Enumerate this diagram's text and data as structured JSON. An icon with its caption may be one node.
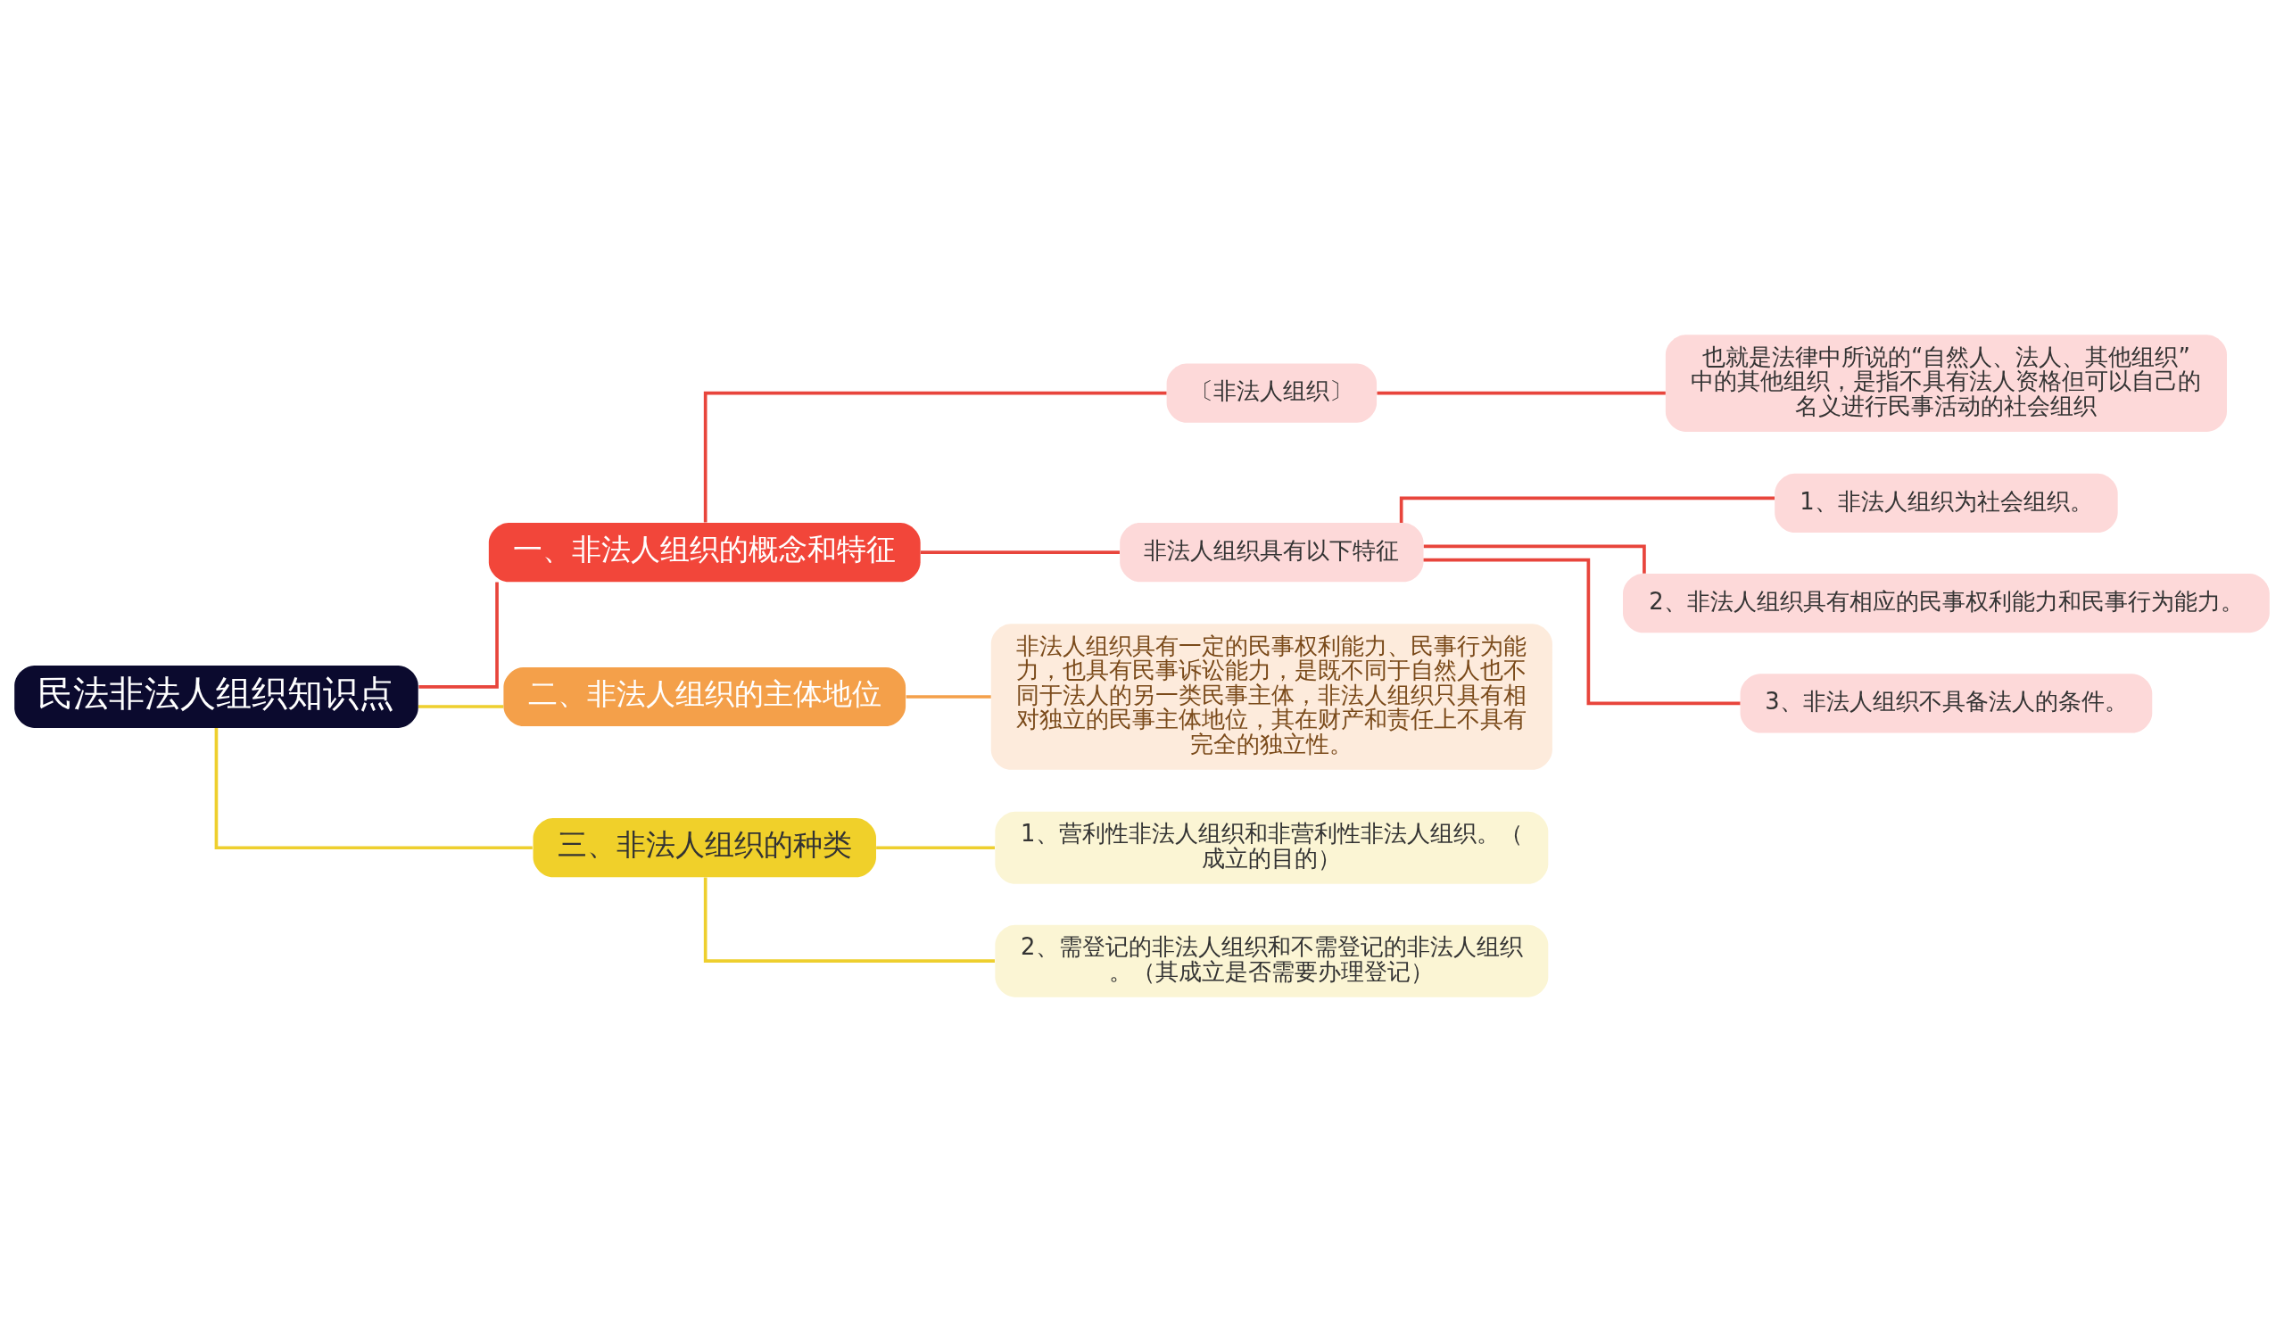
{
  "diagram": {
    "nodes": [
      {
        "text": [
          "民法非法人组织知识点"
        ]
      },
      {
        "text": [
          "一、非法人组织的概念和特征"
        ]
      },
      {
        "text": [
          "〔非法人组织〕"
        ]
      },
      {
        "text": [
          "也就是法律中所说的“自然人、法人、其他组织”中的其他组织，是指不具有法人资格但可以自己的名义进行民事活动的社会组织"
        ]
      },
      {
        "text": [
          "非法人组织具有以下特征"
        ]
      },
      {
        "text": [
          "1、非法人组织为社会组织。"
        ]
      },
      {
        "text": [
          "2、非法人组织具有相应的民事权利能力和民事行为能力。"
        ]
      },
      {
        "text": [
          "3、非法人组织不具备法人的条件。"
        ]
      },
      {
        "text": [
          "二、非法人组织的主体地位"
        ]
      },
      {
        "text": [
          "非法人组织具有一定的民事权利能力、民事行为能力，也具有民事诉讼能力，是既不同于自然人也不同于法人的另一类民事主体，非法人组织只具有相对独立的民事主体地位，其在财产和责任上不具有完全的独立性。"
        ]
      },
      {
        "text": [
          "三、非法人组织的种类"
        ]
      },
      {
        "text": [
          "1、营利性非法人组织和非营利性非法人组织。（成立的目的）"
        ]
      },
      {
        "text": [
          "2、需登记的非法人组织和不需登记的非法人组织。（其成立是否需要办理登记）"
        ]
      }
    ],
    "edges": [
      {
        "from": 0,
        "to": 1,
        "arrow": "none"
      },
      {
        "from": 1,
        "to": 2,
        "arrow": "none"
      },
      {
        "from": 2,
        "to": 3,
        "arrow": "none"
      },
      {
        "from": 1,
        "to": 4,
        "arrow": "none"
      },
      {
        "from": 4,
        "to": 5,
        "arrow": "none"
      },
      {
        "from": 4,
        "to": 6,
        "arrow": "none"
      },
      {
        "from": 4,
        "to": 7,
        "arrow": "none"
      },
      {
        "from": 0,
        "to": 8,
        "arrow": "none",
        "color": "#eecf2e"
      },
      {
        "from": 8,
        "to": 9,
        "arrow": "none",
        "color": "#f4a04a"
      },
      {
        "from": 0,
        "to": 10,
        "arrow": "none",
        "color": "#eecf2e"
      },
      {
        "from": 10,
        "to": 11,
        "arrow": "none",
        "color": "#eecf2e"
      },
      {
        "from": 10,
        "to": 12,
        "arrow": "none",
        "color": "#eecf2e"
      }
    ]
  }
}
